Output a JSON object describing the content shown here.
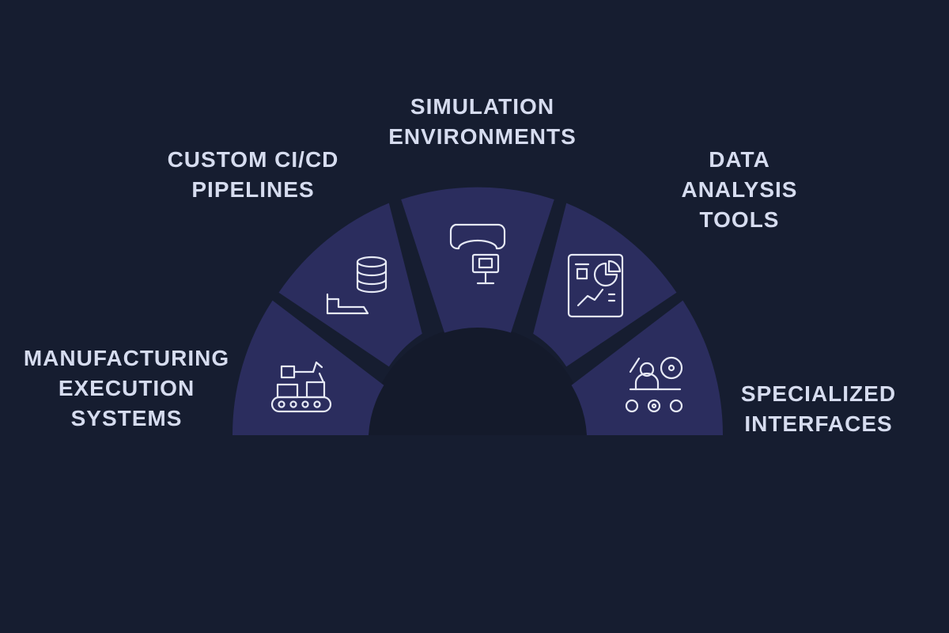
{
  "colors": {
    "background": "#161d30",
    "segment_fill": "#2b2d5e",
    "icon_stroke": "#e6e9f5",
    "label_text": "#d6dcef"
  },
  "segments": [
    {
      "id": "manufacturing",
      "icon": "robot-arm-conveyor-icon",
      "label_lines": [
        "MANUFACTURING",
        "EXECUTION",
        "SYSTEMS"
      ]
    },
    {
      "id": "cicd",
      "icon": "database-pipeline-icon",
      "label_lines": [
        "CUSTOM CI/CD",
        "PIPELINES"
      ]
    },
    {
      "id": "simulation",
      "icon": "vr-headset-monitor-icon",
      "label_lines": [
        "SIMULATION",
        "ENVIRONMENTS"
      ]
    },
    {
      "id": "data-analysis",
      "icon": "report-chart-icon",
      "label_lines": [
        "DATA",
        "ANALYSIS",
        "TOOLS"
      ]
    },
    {
      "id": "specialized",
      "icon": "operator-machinery-icon",
      "label_lines": [
        "SPECIALIZED",
        "INTERFACES"
      ]
    }
  ]
}
